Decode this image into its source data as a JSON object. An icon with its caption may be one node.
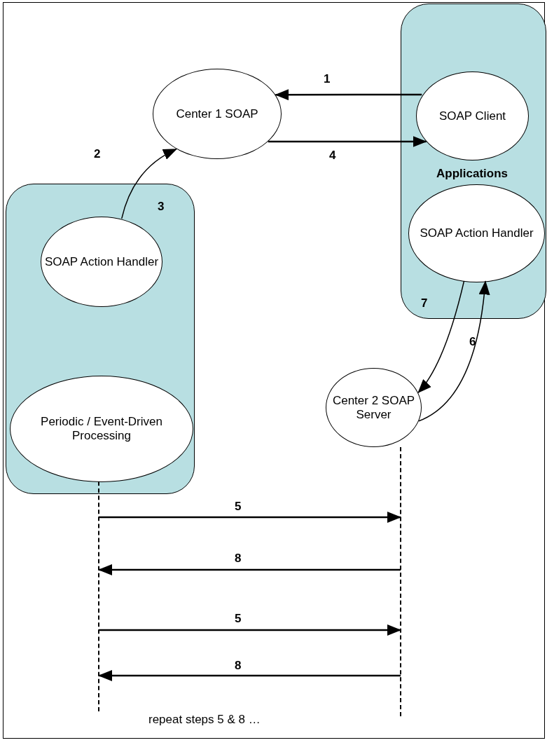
{
  "diagram": {
    "nodes": [
      {
        "text": [
          "Center 1 SOAP"
        ]
      },
      {
        "text": [
          "Applications"
        ]
      },
      {
        "text": [
          "SOAP Client"
        ],
        "in": 1
      },
      {
        "text": [
          "SOAP Action Handler"
        ],
        "in": 1
      },
      {
        "text": [],
        "shape": "box"
      },
      {
        "text": [
          "SOAP Action Handler"
        ],
        "in": 4
      },
      {
        "text": [
          "Periodic / Event-Driven Processing"
        ],
        "in": 4
      },
      {
        "text": [
          "Center 2 SOAP Server"
        ]
      },
      {
        "text": [],
        "shape": "line"
      },
      {
        "text": [],
        "shape": "line"
      }
    ],
    "edges": [
      {
        "from": 2,
        "to": 0,
        "arrow": "to",
        "label": "1"
      },
      {
        "from": 5,
        "to": 0,
        "arrow": "to",
        "label": "3"
      },
      {
        "from": 0,
        "to": 2,
        "arrow": "to",
        "label": "4"
      },
      {
        "from": 7,
        "to": 3,
        "arrow": "to",
        "label": "6"
      },
      {
        "from": 3,
        "to": 7,
        "arrow": "to",
        "label": "7"
      },
      {
        "from": 8,
        "to": 9,
        "arrow": "to",
        "label": "5"
      },
      {
        "from": 9,
        "to": 8,
        "arrow": "to",
        "label": "8"
      },
      {
        "from": 8,
        "to": 9,
        "arrow": "to",
        "label": "5"
      },
      {
        "from": 9,
        "to": 8,
        "arrow": "to",
        "label": "8"
      }
    ],
    "labels": [
      "2",
      "repeat steps 5 & 8 …"
    ]
  }
}
